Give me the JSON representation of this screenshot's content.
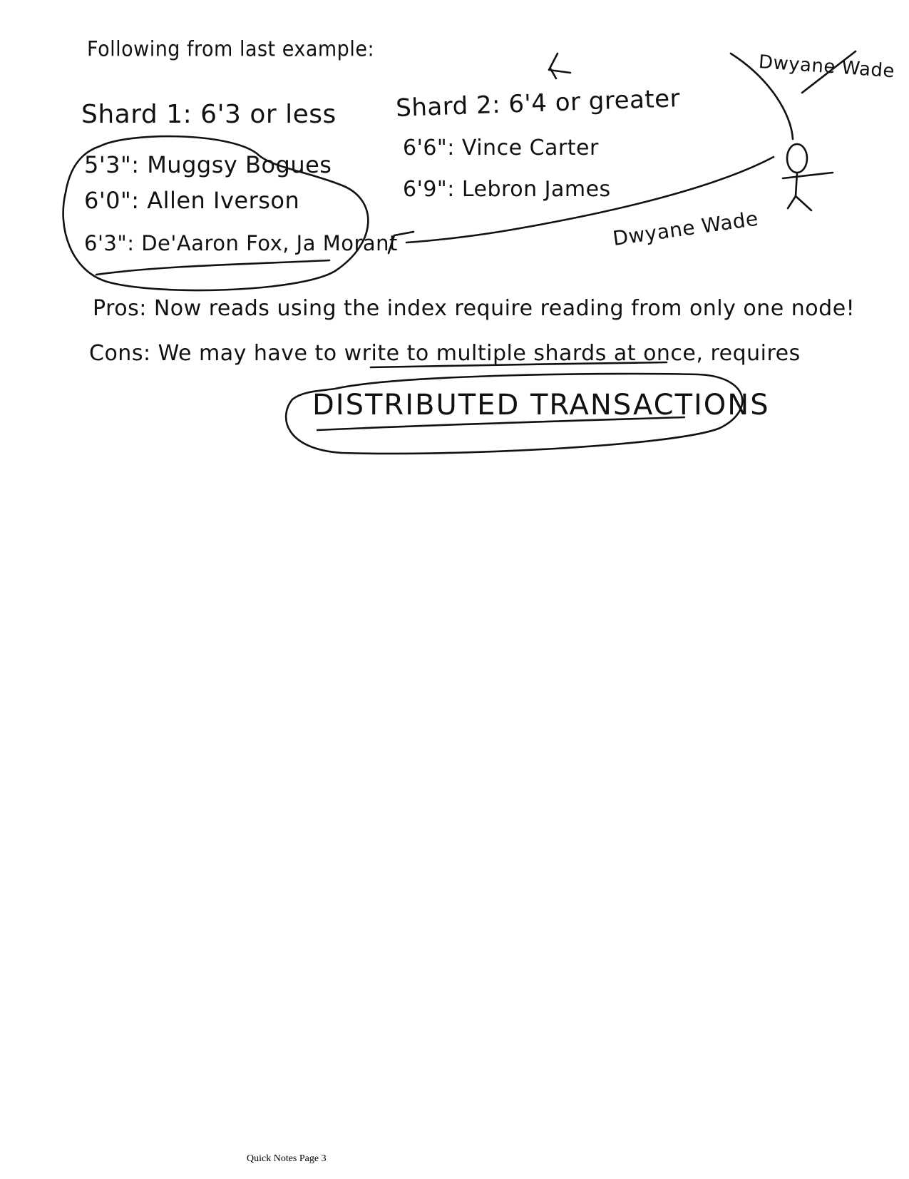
{
  "notes": {
    "intro": "Following from last example:",
    "shard1_title": "Shard 1: 6'3 or less",
    "shard1_rows": [
      "5'3\": Muggsy Bogues",
      "6'0\": Allen Iverson",
      "6'3\": De'Aaron Fox, Ja Morant"
    ],
    "shard2_title": "Shard 2: 6'4 or greater",
    "shard2_rows": [
      "6'6\": Vince Carter",
      "6'9\": Lebron James"
    ],
    "crossed_name": "Dwyane Wade",
    "moved_name": "Dwyane Wade",
    "pros": "Pros: Now reads using the index require reading from only one node!",
    "cons": "Cons: We may have to write to multiple shards at once, requires",
    "highlight": "DISTRIBUTED TRANSACTIONS"
  },
  "footer": {
    "label": "Quick Notes Page 3"
  }
}
